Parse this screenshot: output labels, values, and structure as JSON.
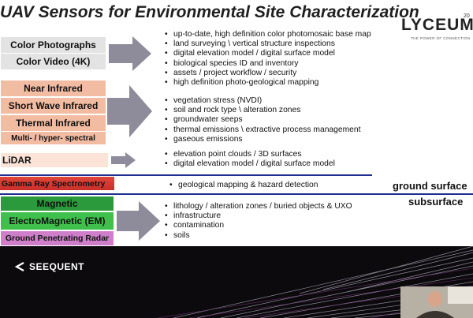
{
  "title": "UAV Sensors for Environmental Site Characterization",
  "logo": {
    "name": "LYCEUM",
    "tagline": "THE POWER OF CONNECTION",
    "year_fragment": "20"
  },
  "groups": [
    {
      "boxes": [
        "Color Photographs",
        "Color Video (4K)"
      ],
      "bullets": [
        "up-to-date, high definition color photomosaic base map",
        "land surveying \\ vertical structure inspections",
        "digital elevation model / digital surface model",
        "biological species ID and inventory",
        "assets / project workflow / security",
        "high definition photo-geological mapping"
      ]
    },
    {
      "boxes": [
        "Near Infrared",
        "Short Wave Infrared",
        "Thermal Infrared",
        "Multi- / hyper- spectral"
      ],
      "bullets": [
        "vegetation stress (NVDI)",
        "soil and rock type \\ alteration zones",
        "groundwater seeps",
        "thermal emissions \\ extractive process management",
        "gaseous emissions"
      ]
    },
    {
      "boxes": [
        "LiDAR"
      ],
      "bullets": [
        "elevation point clouds / 3D surfaces",
        "digital elevation model / digital surface model"
      ]
    },
    {
      "boxes": [
        "Gamma Ray Spectrometry"
      ],
      "bullets": [
        "geological mapping & hazard detection"
      ]
    },
    {
      "boxes": [
        "Magnetic",
        "ElectroMagnetic (EM)",
        "Ground Penetrating Radar"
      ],
      "bullets": [
        "lithology / alteration zones / buried objects & UXO",
        "infrastructure",
        "contamination",
        "soils"
      ]
    }
  ],
  "labels": {
    "ground": "ground surface",
    "subsurface": "subsurface"
  },
  "footer": {
    "brand": "SEEQUENT"
  },
  "colors": {
    "gray_box": "#e3e3e3",
    "ir_box": "#f2bca3",
    "lidar_box": "#fbe3d7",
    "arrow": "#8e8c9a",
    "rule": "#1e2d8f",
    "green_box": "#2a9a3c"
  }
}
